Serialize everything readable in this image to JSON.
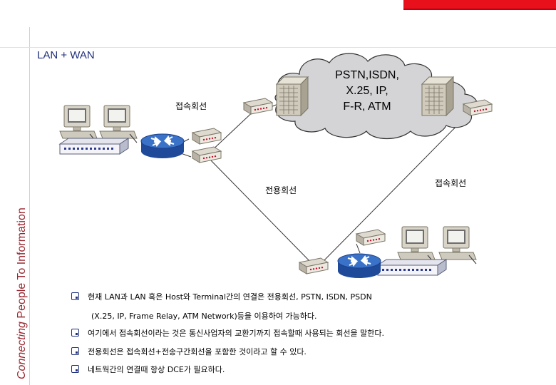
{
  "header": {
    "side_text_italic": "Connecting",
    "side_text_rest": " People To Information",
    "title": "LAN + WAN"
  },
  "diagram": {
    "cloud_lines": [
      "PSTN,ISDN,",
      "X.25, IP,",
      "F-R, ATM"
    ],
    "label_access_top": "접속회선",
    "label_leased": "전용회선",
    "label_access_right": "접속회선"
  },
  "bullets": [
    "현재 LAN과 LAN 혹은 Host와 Terminal간의 연결은 전용회선, PSTN, ISDN, PSDN",
    "여기에서 접속회선이라는 것은 통신사업자의 교환기까지 접속할때 사용되는 회선을 말한다.",
    "전용회선은 접속회선+전송구간회선을 포함한 것이라고 할 수 있다.",
    "네트웍간의 연결때 항상 DCE가 필요하다."
  ],
  "bullet_continuation": "(X.25, IP, Frame Relay, ATM Network)등을 이용하여 가능하다.",
  "colors": {
    "brand_red": "#e8101a",
    "title_blue": "#1f2f7a",
    "router_blue": "#2f5fb8",
    "cloud_gray": "#d4d4d6"
  }
}
